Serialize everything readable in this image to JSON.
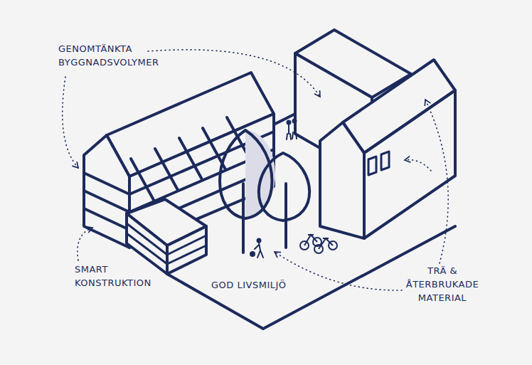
{
  "diagram": {
    "labels": [
      "GENOMTÄNKTA BYGGNADSVOLYMER",
      "SMART KONSTRUKTION",
      "GOD LIVSMILJÖ",
      "TRÄ & ÅTERBRUKADE MATERIAL"
    ]
  }
}
